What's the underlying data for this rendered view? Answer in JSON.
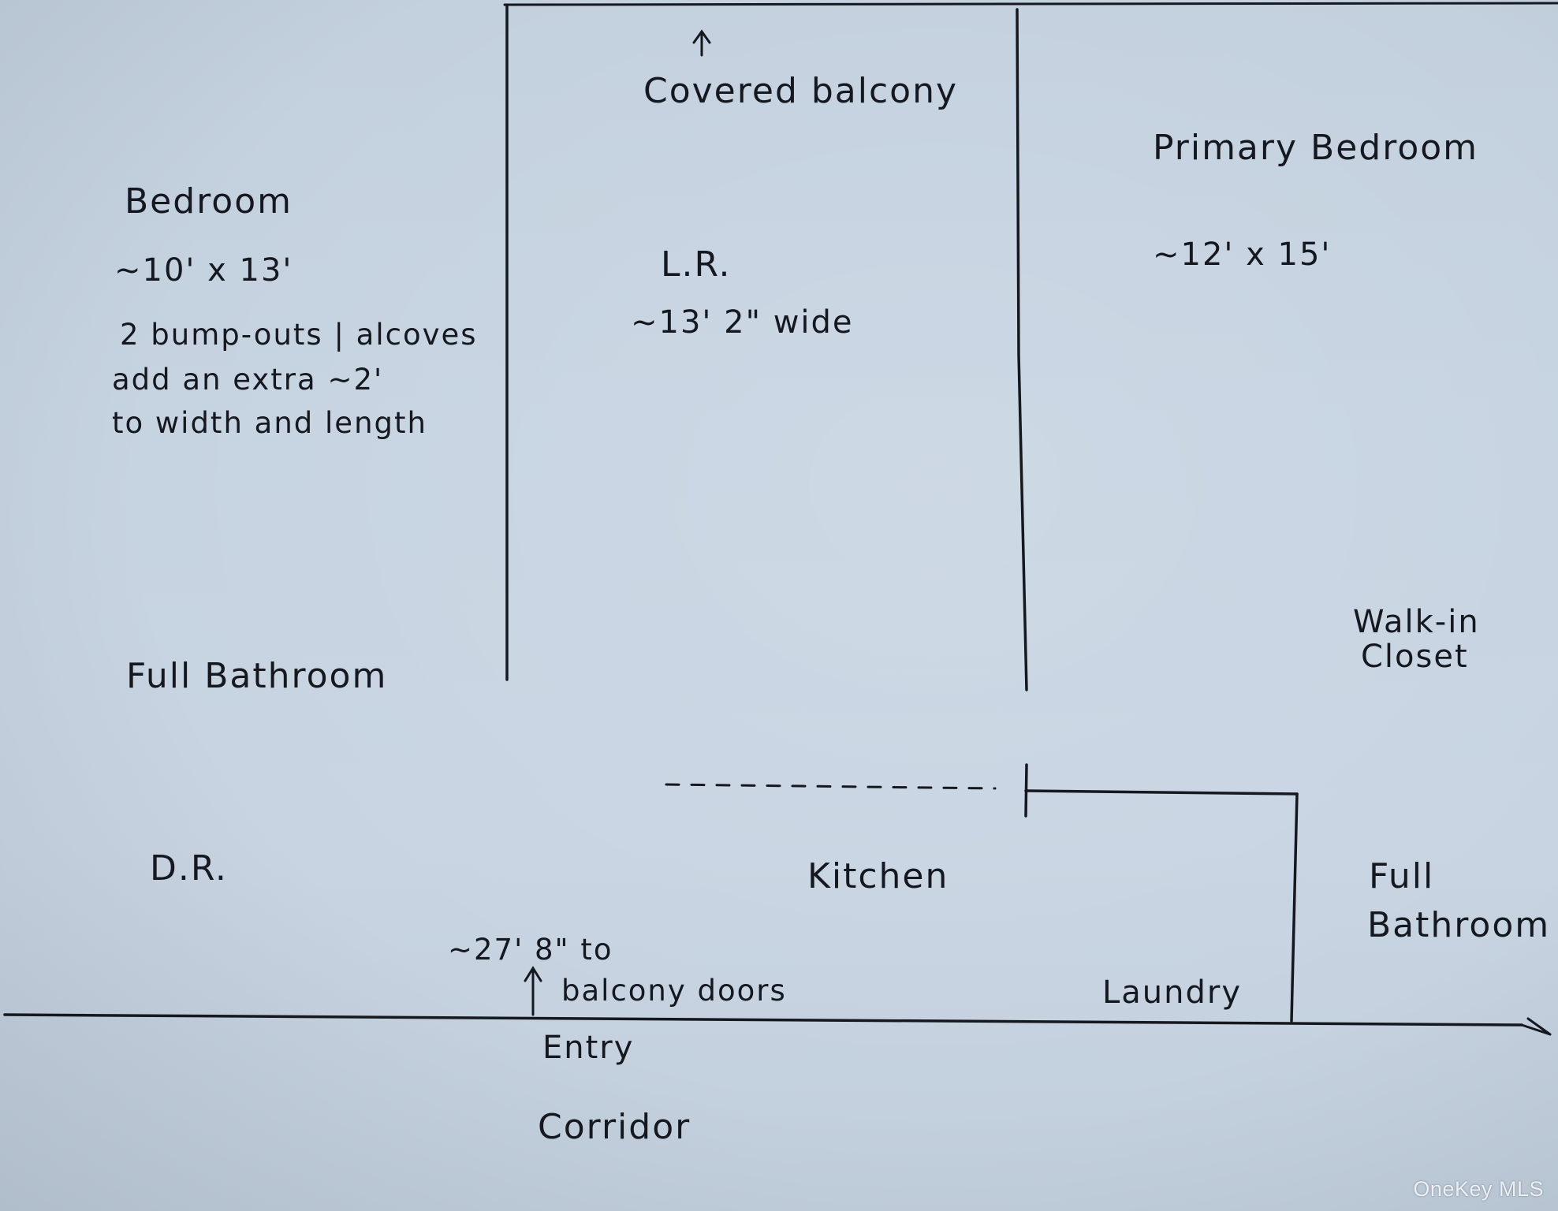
{
  "labels": {
    "covered_balcony": "Covered balcony",
    "bedroom": "Bedroom",
    "bedroom_size": "~10' x 13'",
    "bedroom_note_1": "2 bump-outs | alcoves",
    "bedroom_note_2": "add an extra ~2'",
    "bedroom_note_3": "to width and length",
    "living_room": "L.R.",
    "living_room_width": "~13' 2\" wide",
    "primary_bedroom": "Primary Bedroom",
    "primary_bedroom_size": "~12' x 15'",
    "walk_in_1": "Walk-in",
    "walk_in_2": "Closet",
    "full_bathroom_left": "Full Bathroom",
    "dining_room": "D.R.",
    "kitchen": "Kitchen",
    "full_bathroom_right_1": "Full",
    "full_bathroom_right_2": "Bathroom",
    "depth_note_1": "~27' 8\" to",
    "depth_note_2": "balcony doors",
    "laundry": "Laundry",
    "entry": "Entry",
    "corridor": "Corridor"
  },
  "watermark": "OneKey MLS",
  "colors": {
    "paper": "#c6d3e1",
    "ink": "#15181f"
  },
  "arrow_icons": [
    "up-arrow-icon",
    "up-arrow-icon"
  ]
}
